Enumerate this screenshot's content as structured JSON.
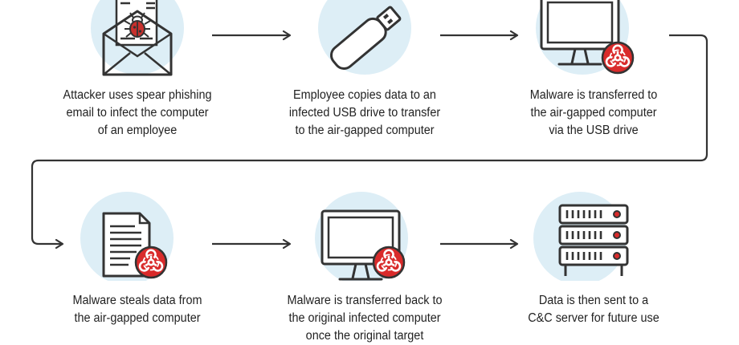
{
  "colors": {
    "stroke": "#333333",
    "circle": "#ddeef6",
    "biohazard": "#d92b2b",
    "bug": "#c8302c"
  },
  "steps": [
    {
      "icon": "envelope-bug-icon",
      "lines": [
        "Attacker uses spear phishing",
        "email to infect the computer",
        "of an employee"
      ]
    },
    {
      "icon": "usb-drive-icon",
      "lines": [
        "Employee copies data to an",
        "infected USB drive to transfer",
        "to the air-gapped computer"
      ]
    },
    {
      "icon": "monitor-biohazard-icon",
      "lines": [
        "Malware is transferred to",
        "the air-gapped computer",
        "via the USB drive"
      ]
    },
    {
      "icon": "document-biohazard-icon",
      "lines": [
        "Malware steals data from",
        "the air-gapped computer"
      ]
    },
    {
      "icon": "monitor-biohazard-icon",
      "lines": [
        "Malware is transferred back to",
        "the original infected computer",
        "once the original target"
      ]
    },
    {
      "icon": "server-rack-icon",
      "lines": [
        "Data is then sent to a",
        "C&C server for future use"
      ]
    }
  ]
}
